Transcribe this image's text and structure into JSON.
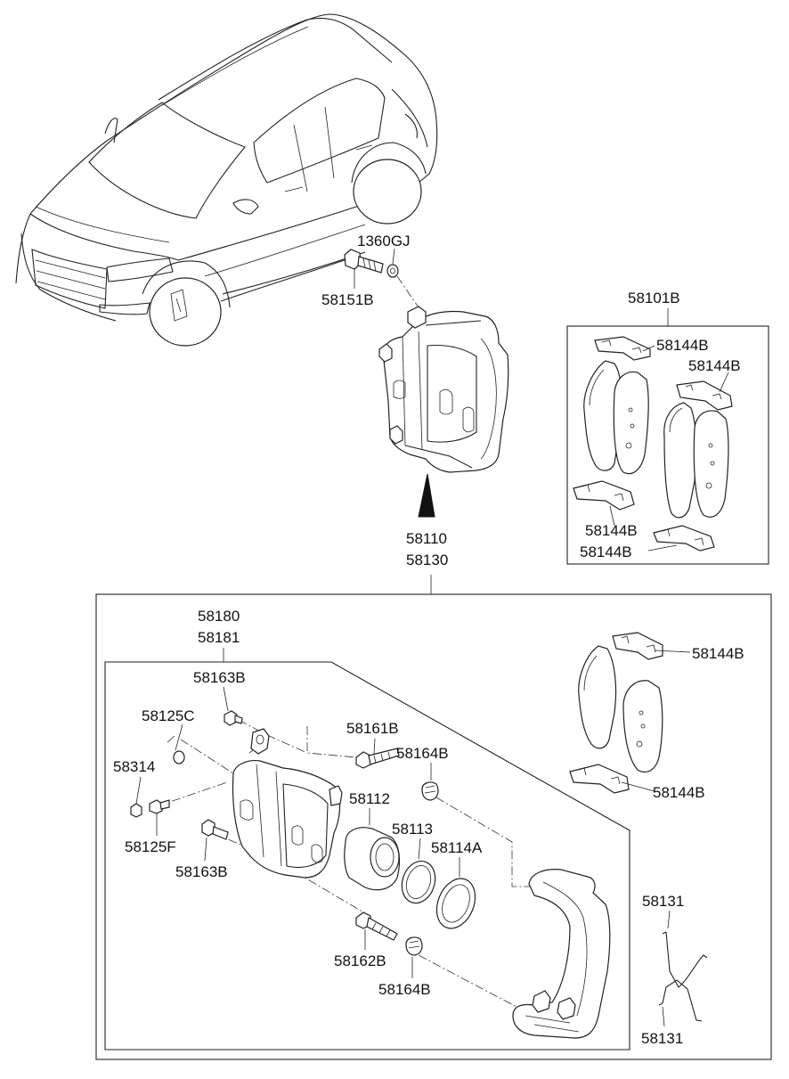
{
  "diagram": {
    "labels": {
      "p1360GJ": "1360GJ",
      "p58151B": "58151B",
      "p58101B": "58101B",
      "p58144B_a": "58144B",
      "p58144B_b": "58144B",
      "p58144B_c": "58144B",
      "p58144B_d": "58144B",
      "p58110": "58110",
      "p58130": "58130",
      "p58180": "58180",
      "p58181": "58181",
      "p58163B_top": "58163B",
      "p58125C": "58125C",
      "p58161B": "58161B",
      "p58164B_top": "58164B",
      "p58314": "58314",
      "p58112": "58112",
      "p58113": "58113",
      "p58114A": "58114A",
      "p58125F": "58125F",
      "p58163B_bot": "58163B",
      "p58162B": "58162B",
      "p58164B_bot": "58164B",
      "p58144B_e": "58144B",
      "p58144B_f": "58144B",
      "p58131_top": "58131",
      "p58131_bot": "58131"
    }
  }
}
